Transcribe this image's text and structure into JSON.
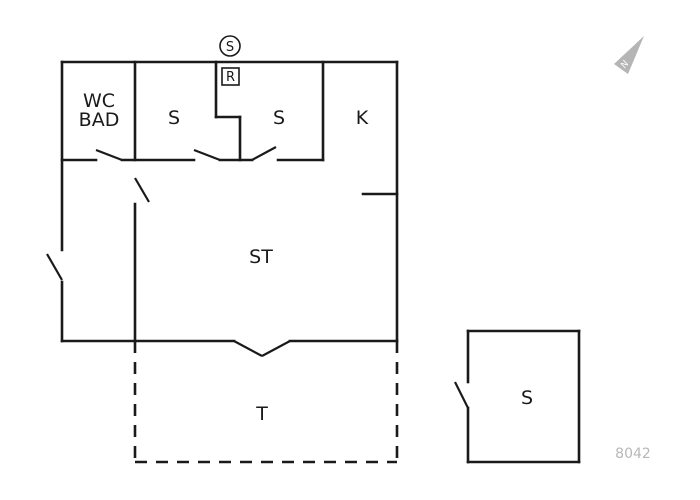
{
  "rooms": {
    "wc": "WC",
    "bad": "BAD",
    "sleep1": "S",
    "sleep2": "S",
    "kitchen": "K",
    "living": "ST",
    "terrace": "T",
    "annex": "S"
  },
  "symbols": {
    "sauna": "S",
    "chimney": "R"
  },
  "compass": {
    "letter": "N",
    "icon": "north-arrow-icon"
  },
  "plan_code": "8042",
  "colors": {
    "line": "#1a1a1a",
    "compass": "#b5b5b5",
    "code": "#b8b8b8"
  }
}
